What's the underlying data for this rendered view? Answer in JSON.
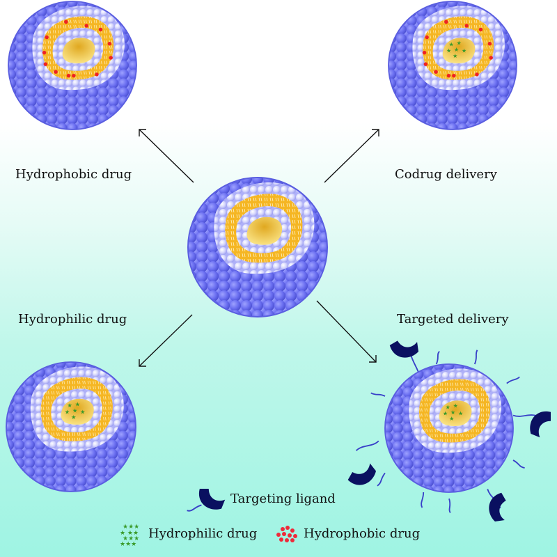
{
  "labels": {
    "hydrophobic": "Hydrophobic drug",
    "codrug": "Codrug delivery",
    "hydrophilic": "Hydrophilic drug",
    "targeted": "Targeted delivery"
  },
  "legend": {
    "ligand": "Targeting ligand",
    "hydrophilic": "Hydrophilic drug",
    "hydrophobic": "Hydrophobic drug"
  },
  "colors": {
    "shell": "#6f72f0",
    "shell_light": "#c8c9fb",
    "bilayer": "#f5b623",
    "core": "#f0c850",
    "hydrophobic_drug": "#ee2222",
    "hydrophilic_drug": "#3a9a2a",
    "ligand": "#0a1060",
    "tether": "#3840c8"
  }
}
